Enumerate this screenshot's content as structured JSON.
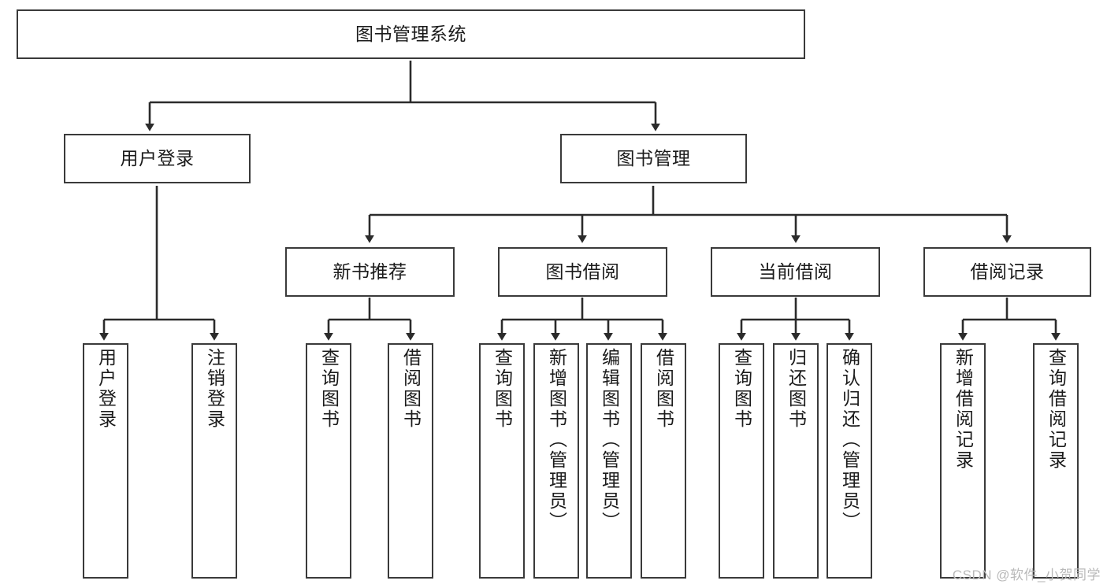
{
  "diagram": {
    "title": "图书管理系统",
    "type": "tree-hierarchy-chart",
    "colors": {
      "box_border": "#3a3a3a",
      "box_fill": "#ffffff",
      "edge": "#2b2b2b",
      "background": "#ffffff",
      "watermark": "#b9b9b9"
    },
    "root": {
      "label": "图书管理系统"
    },
    "level2": [
      {
        "label": "用户登录"
      },
      {
        "label": "图书管理"
      }
    ],
    "level3": [
      {
        "label": "新书推荐"
      },
      {
        "label": "图书借阅"
      },
      {
        "label": "当前借阅"
      },
      {
        "label": "借阅记录"
      }
    ],
    "leaves": {
      "user_login": [
        {
          "label": "用户登录"
        },
        {
          "label": "注销登录"
        }
      ],
      "new_book_recommend": [
        {
          "label": "查询图书"
        },
        {
          "label": "借阅图书"
        }
      ],
      "book_borrow": [
        {
          "label": "查询图书"
        },
        {
          "label": "新增图书（管理员）"
        },
        {
          "label": "编辑图书（管理员）"
        },
        {
          "label": "借阅图书"
        }
      ],
      "current_borrow": [
        {
          "label": "查询图书"
        },
        {
          "label": "归还图书"
        },
        {
          "label": "确认归还（管理员）"
        }
      ],
      "borrow_record": [
        {
          "label": "新增借阅记录"
        },
        {
          "label": "查询借阅记录"
        }
      ]
    }
  },
  "watermark": {
    "text": "CSDN @软件_小贺同学"
  }
}
